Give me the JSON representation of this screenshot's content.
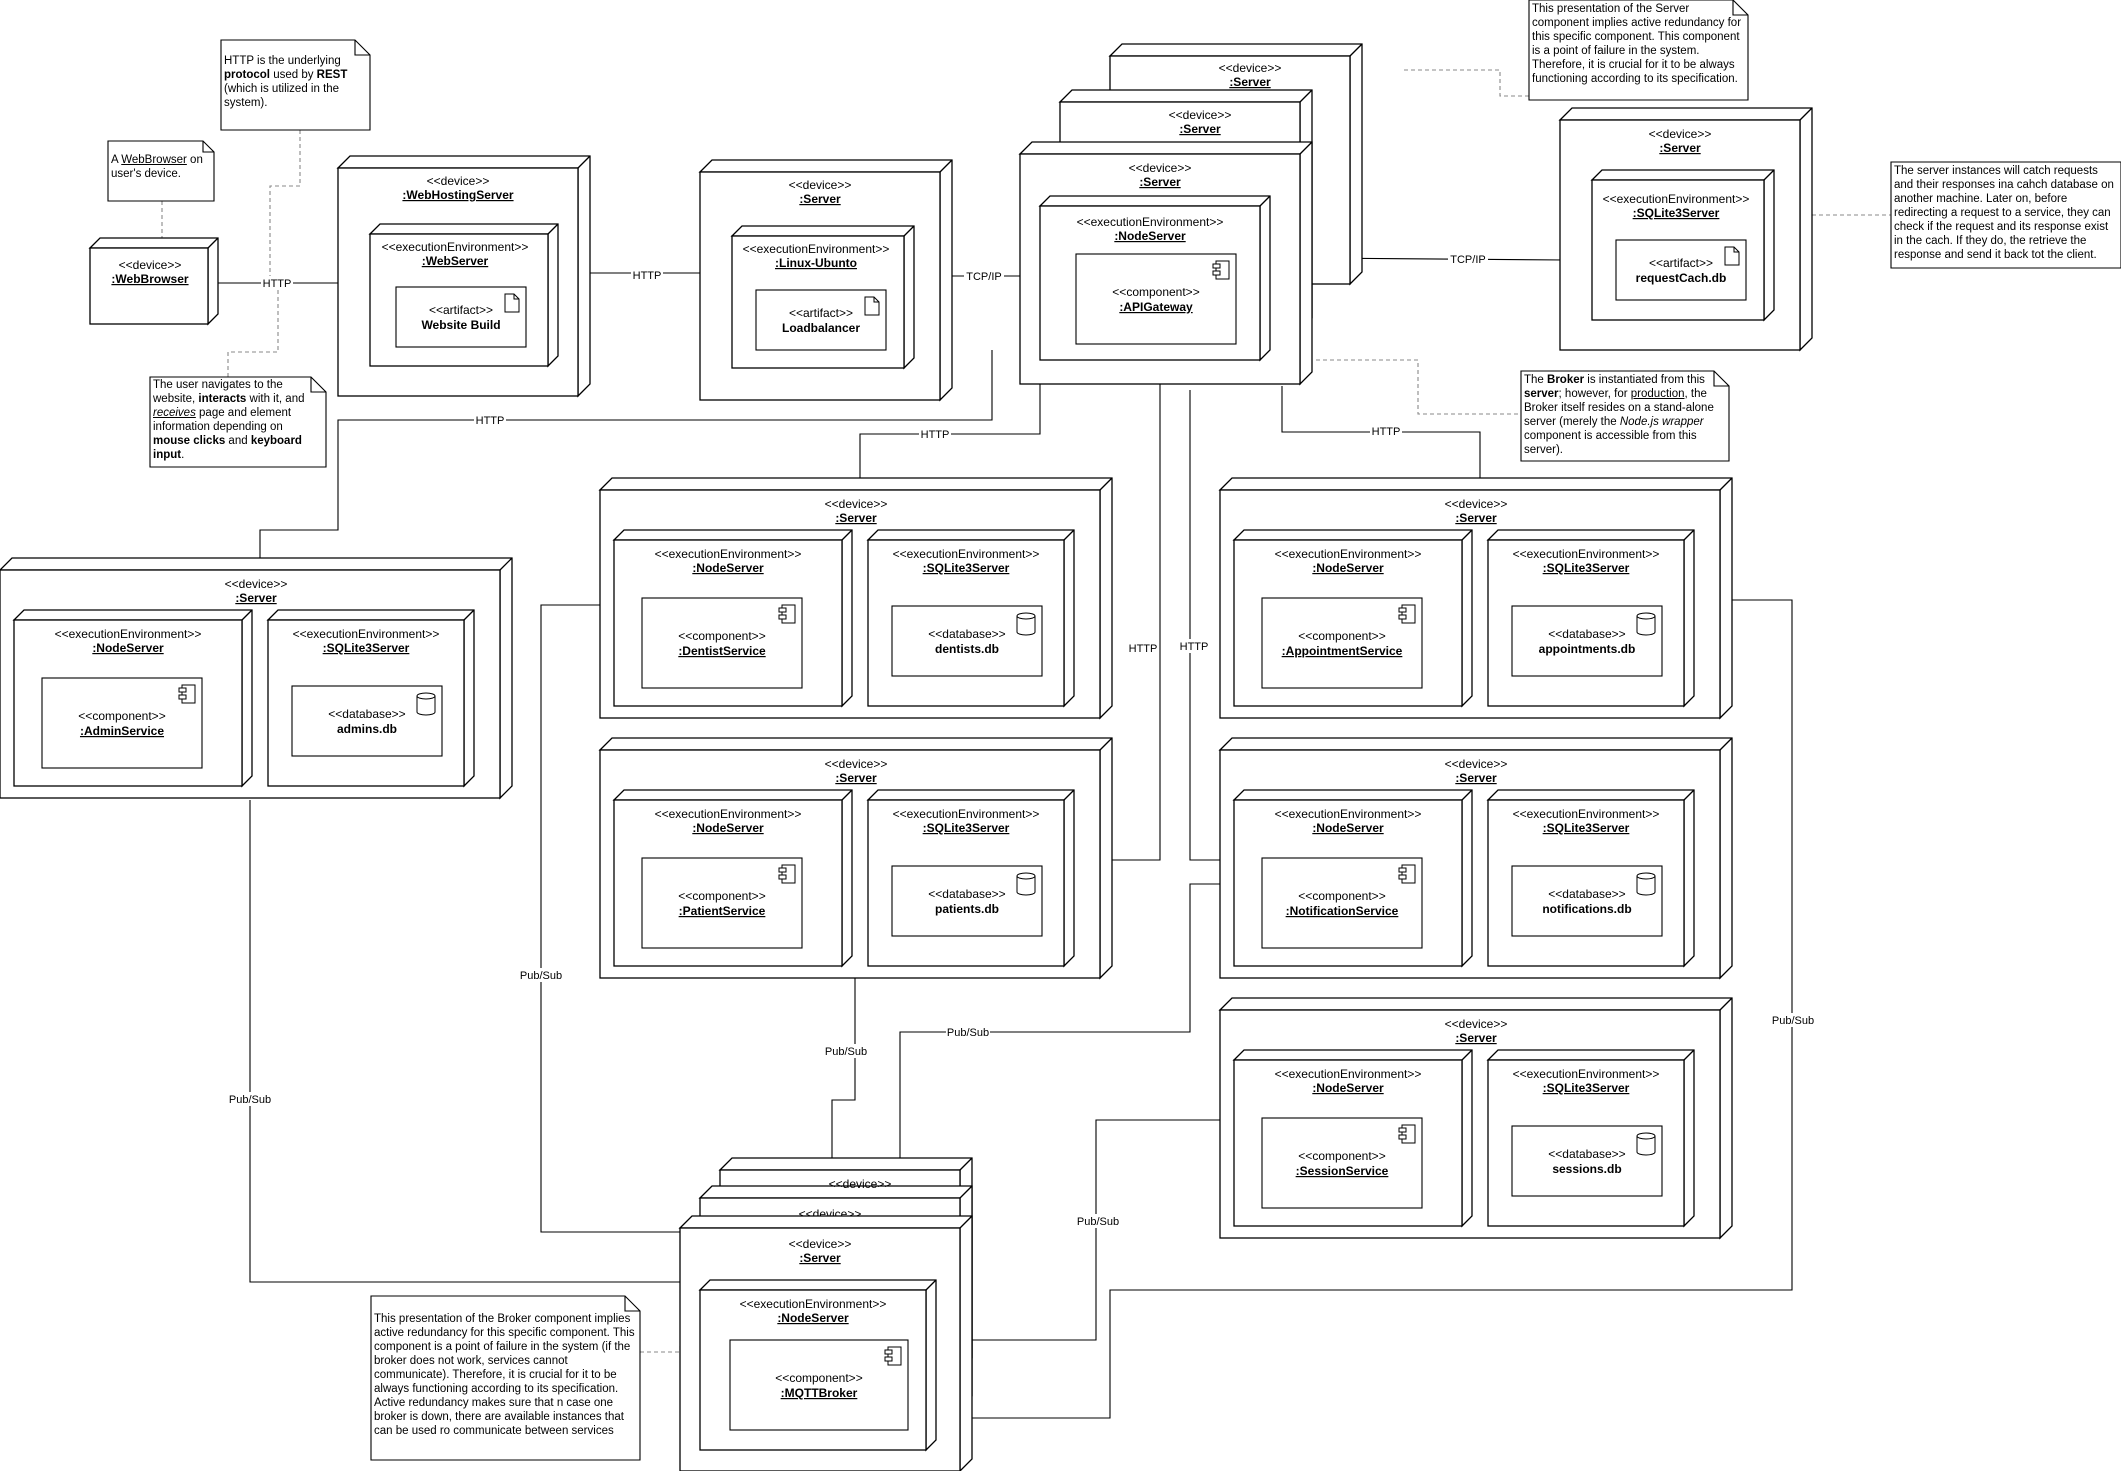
{
  "stereotypes": {
    "device": "<<device>>",
    "exec": "<<executionEnvironment>>",
    "artifact": "<<artifact>>",
    "component": "<<component>>",
    "database": "<<database>>"
  },
  "nodes": {
    "webbrowser": {
      "name": ":WebBrowser"
    },
    "webhosting": {
      "name": ":WebHostingServer",
      "env": ":WebServer",
      "artifact": "Website Build"
    },
    "lb": {
      "name": ":Server",
      "env": ":Linux-Ubunto",
      "artifact": "Loadbalancer"
    },
    "gw_back2": {
      "name": ":Server"
    },
    "gw_back1": {
      "name": ":Server"
    },
    "gateway": {
      "name": ":Server",
      "env": ":NodeServer",
      "component": ":APIGateway"
    },
    "cache": {
      "name": ":Server",
      "env": ":SQLite3Server",
      "artifact": "requestCach.db"
    },
    "admin": {
      "name": ":Server",
      "env1": ":NodeServer",
      "component": ":AdminService",
      "env2": ":SQLite3Server",
      "db": "admins.db"
    },
    "dentist": {
      "name": ":Server",
      "env1": ":NodeServer",
      "component": ":DentistService",
      "env2": ":SQLite3Server",
      "db": "dentists.db"
    },
    "patient": {
      "name": ":Server",
      "env1": ":NodeServer",
      "component": ":PatientService",
      "env2": ":SQLite3Server",
      "db": "patients.db"
    },
    "appointment": {
      "name": ":Server",
      "env1": ":NodeServer",
      "component": ":AppointmentService",
      "env2": ":SQLite3Server",
      "db": "appointments.db"
    },
    "notification": {
      "name": ":Server",
      "env1": ":NodeServer",
      "component": ":NotificationService",
      "env2": ":SQLite3Server",
      "db": "notifications.db"
    },
    "session": {
      "name": ":Server",
      "env1": ":NodeServer",
      "component": ":SessionService",
      "env2": ":SQLite3Server",
      "db": "sessions.db"
    },
    "broker": {
      "name": ":Server",
      "env": ":NodeServer",
      "component": ":MQTTBroker"
    }
  },
  "edge_labels": {
    "http": "HTTP",
    "tcpip": "TCP/IP",
    "pubsub": "Pub/Sub"
  },
  "notes": {
    "webbrowser": {
      "p1": "A ",
      "u1": "WebBrowser",
      "p2": " on user's device."
    },
    "http": {
      "p1": "HTTP is the underlying ",
      "b1": "protocol",
      "p2": " used by ",
      "b2": "REST",
      "p3": " (which is utilized in the system)."
    },
    "user": {
      "p1": "The user navigates to the website, ",
      "b1": "interacts",
      "p2": " with it, and ",
      "i1": "receives",
      "p3": " page and element information depending on ",
      "b2": "mouse clicks",
      "p4": " and ",
      "b3": "keyboard input",
      "p5": "."
    },
    "server_redundancy": "This presentation of the Server component implies active redundancy for this specific component. This component is a point of failure in the system. Therefore, it is crucial for it to be always functioning according to its specification.",
    "cache": "The server instances will catch requests and their responses ina cahch database on another machine. Later on, before redirecting a request to a service, they can check if the request and its response exist in the cach. If they do, the retrieve the response and send it back tot the client.",
    "broker_info": {
      "p1": "The ",
      "b1": "Broker",
      "p2": " is instantiated from this ",
      "b2": "server",
      "p3": "; however, for ",
      "u1": "production",
      "p4": ", the Broker itself resides on a stand-alone server (merely the ",
      "i1": "Node.js wrapper",
      "p5": " component is accessible from this server)."
    },
    "broker_redundancy": "This presentation of the Broker component implies active redundancy for this specific component. This component is a point of failure in the system (if the broker does not work, services cannot communicate). Therefore, it is crucial for it to be always functioning according to its specification. Active redundancy makes sure that n case one broker is down, there are available instances that can be used ro communicate between services"
  }
}
